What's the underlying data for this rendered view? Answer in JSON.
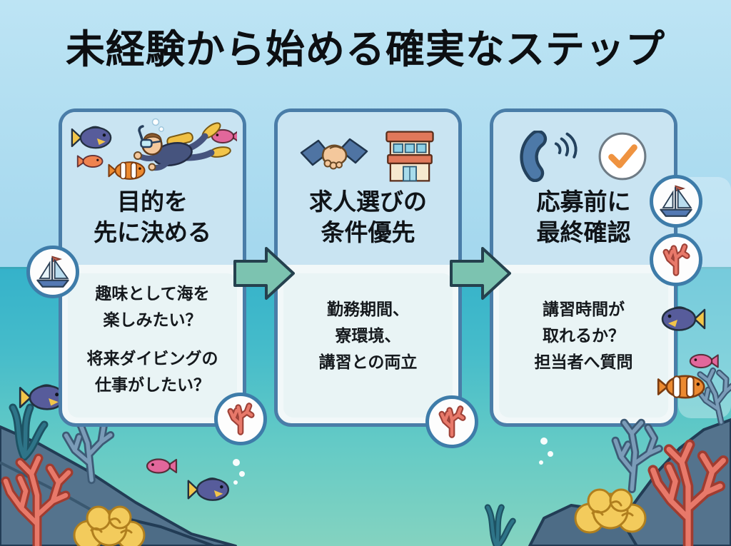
{
  "title": "未経験から始める確実なステップ",
  "steps": [
    {
      "step_index": 1,
      "icon_names": [
        "scuba-diver-with-fish-illustration"
      ],
      "title_lines": [
        "目的を",
        "先に決める"
      ],
      "body_paragraphs": [
        {
          "lines": [
            "趣味として海を",
            "楽しみたい？"
          ]
        },
        {
          "lines": [
            "将来ダイビングの",
            "仕事がしたい？"
          ]
        }
      ]
    },
    {
      "step_index": 2,
      "icon_names": [
        "handshake-icon",
        "dormitory-building-icon"
      ],
      "title_lines": [
        "求人選びの",
        "条件優先"
      ],
      "body_paragraphs": [
        {
          "lines": [
            "勤務期間、",
            "寮環境、",
            "講習との両立"
          ]
        }
      ]
    },
    {
      "step_index": 3,
      "icon_names": [
        "phone-call-icon",
        "check-circle-icon"
      ],
      "title_lines": [
        "応募前に",
        "最終確認"
      ],
      "body_paragraphs": [
        {
          "lines": [
            "講習時間が",
            "取れるか？",
            "担当者へ質問"
          ]
        }
      ]
    }
  ],
  "decorations": {
    "badge_icons": [
      "sailboat-badge",
      "coral-badge",
      "coral-badge",
      "sailboat-badge",
      "coral-badge"
    ],
    "scene_elements": [
      "rocks",
      "salmon-coral",
      "yellow-coral",
      "blue-coral",
      "kelp",
      "angelfish",
      "clownfish",
      "pink-fish",
      "bubbles"
    ]
  },
  "colors": {
    "sky": "#a9dbef",
    "water_top": "#35b2ca",
    "water_bottom": "#84d3c0",
    "card_border": "#4a7da8",
    "card_header_bg": "#c9e4f2",
    "card_body_bg": "#e9f4f5",
    "arrow_fill": "#7cc3b0",
    "arrow_outline": "#25414e",
    "title_text": "#0d0f12",
    "coral_salmon": "#e8796a",
    "coral_yellow": "#f3cb5c",
    "coral_blue": "#7b9cb8",
    "badge_border": "#3e7ca9"
  }
}
